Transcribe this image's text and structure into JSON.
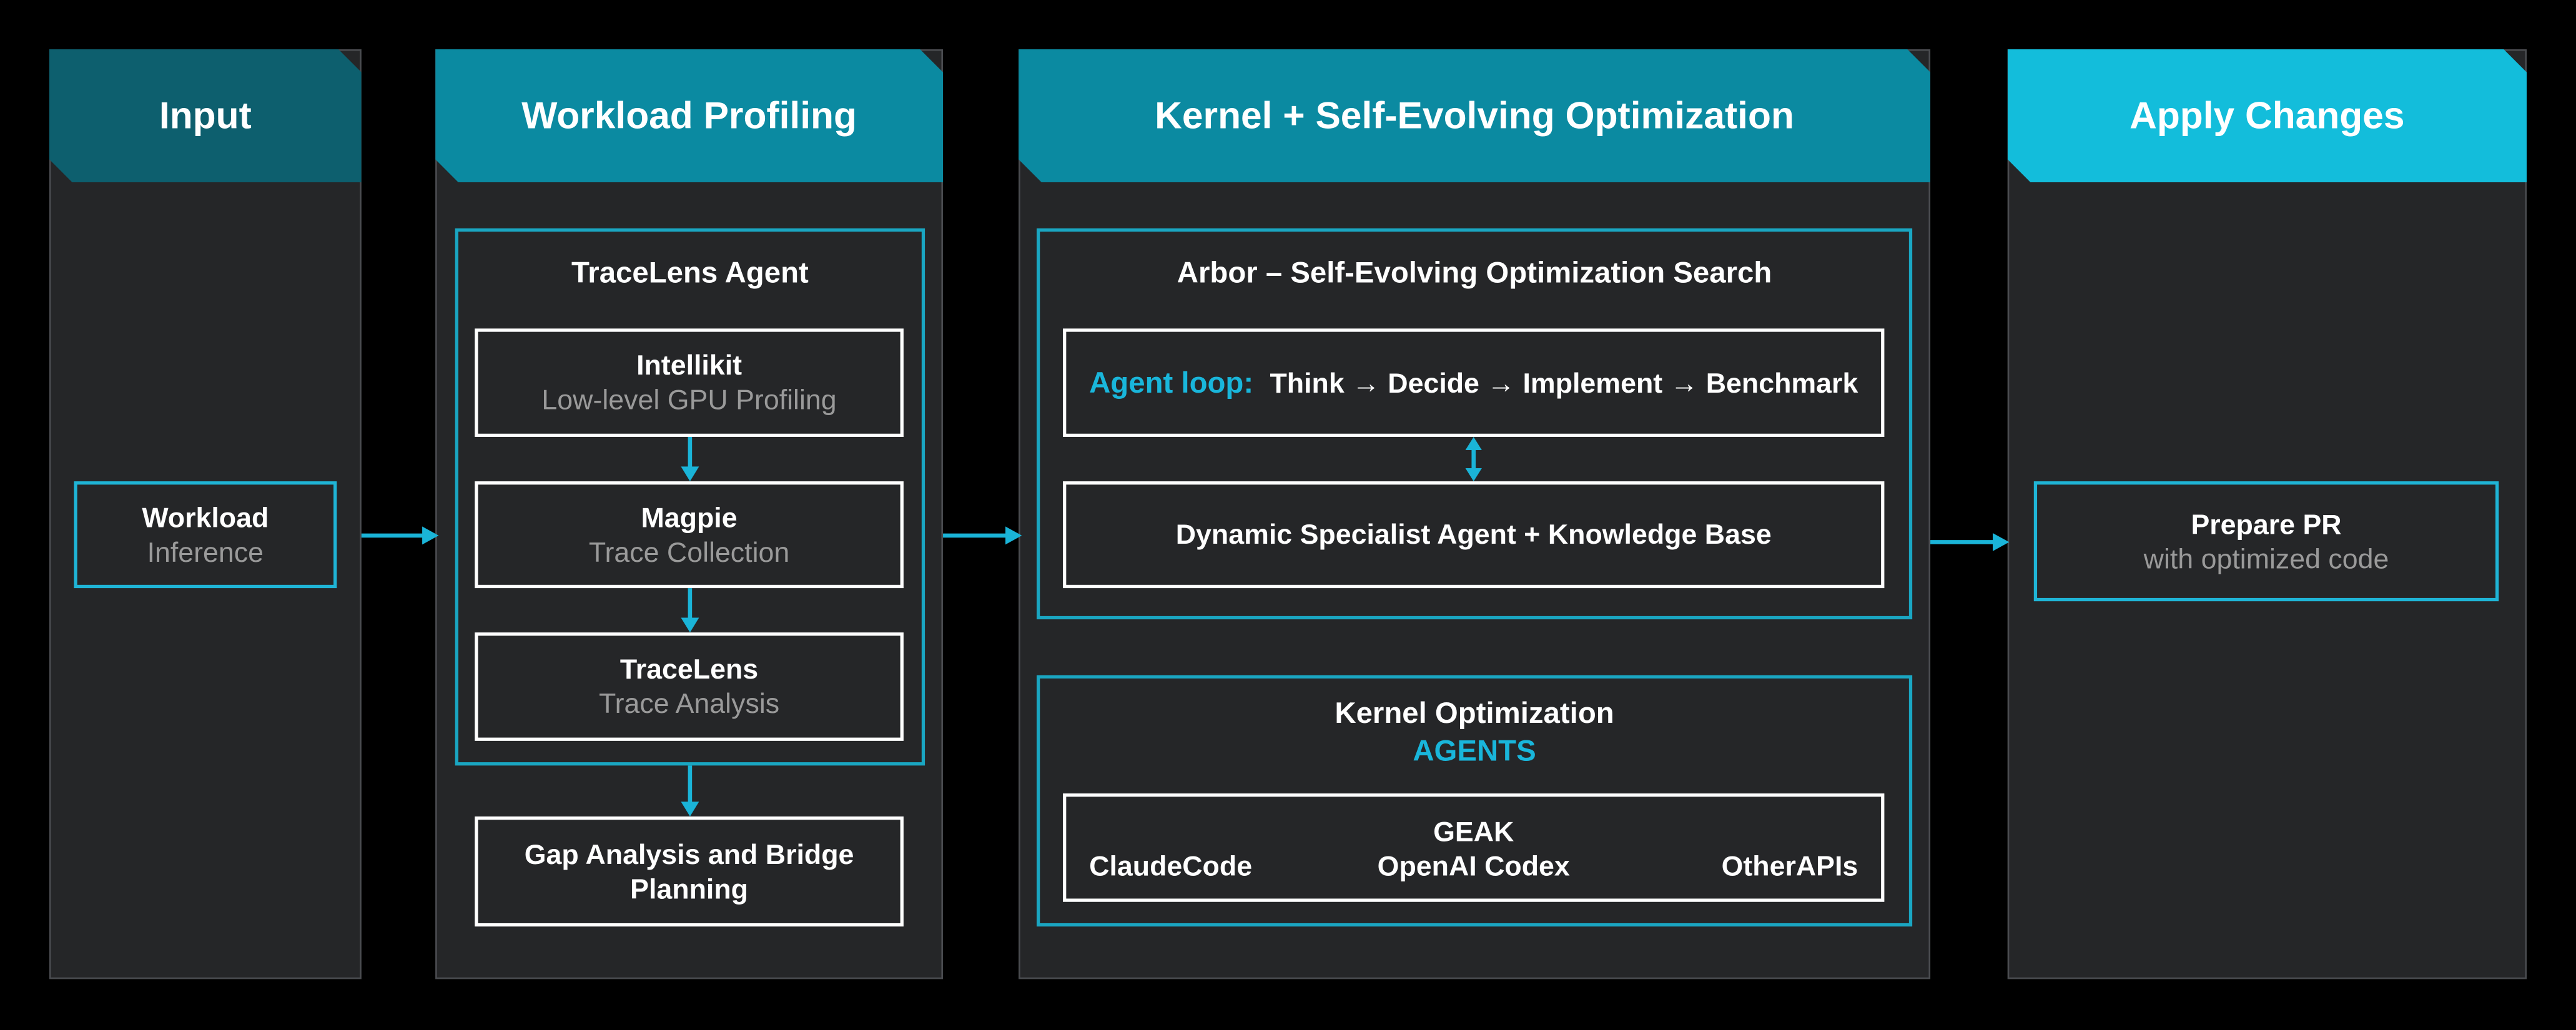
{
  "columns": {
    "input": {
      "title": "Input",
      "color": "#0d5f6e"
    },
    "profiling": {
      "title": "Workload Profiling",
      "color": "#0b8aa1"
    },
    "optimization": {
      "title": "Kernel + Self-Evolving Optimization",
      "color": "#0b8aa1"
    },
    "apply": {
      "title": "Apply Changes",
      "color": "#13bddb"
    }
  },
  "input": {
    "workload": {
      "title": "Workload",
      "subtitle": "Inference"
    }
  },
  "profiling": {
    "tracelens_agent": {
      "title": "TraceLens Agent",
      "steps": [
        {
          "title": "Intellikit",
          "subtitle": "Low-level GPU Profiling"
        },
        {
          "title": "Magpie",
          "subtitle": "Trace Collection"
        },
        {
          "title": "TraceLens",
          "subtitle": "Trace Analysis"
        }
      ]
    },
    "gap_analysis": {
      "line1": "Gap Analysis and Bridge",
      "line2": "Planning"
    }
  },
  "optimization": {
    "arbor": {
      "title": "Arbor – Self-Evolving Optimization Search",
      "agent_loop": {
        "label": "Agent loop:",
        "steps": "Think → Decide → Implement → Benchmark"
      },
      "specialist": "Dynamic Specialist Agent + Knowledge Base"
    },
    "kernel": {
      "title": "Kernel Optimization",
      "subtitle": "AGENTS",
      "agents": {
        "top": "GEAK",
        "left": "ClaudeCode",
        "center": "OpenAI Codex",
        "right": "OtherAPIs"
      }
    }
  },
  "apply": {
    "pr": {
      "title": "Prepare PR",
      "subtitle": "with optimized code"
    }
  },
  "colors": {
    "background": "#000000",
    "panel": "#252628",
    "accent": "#1ab4d8"
  }
}
